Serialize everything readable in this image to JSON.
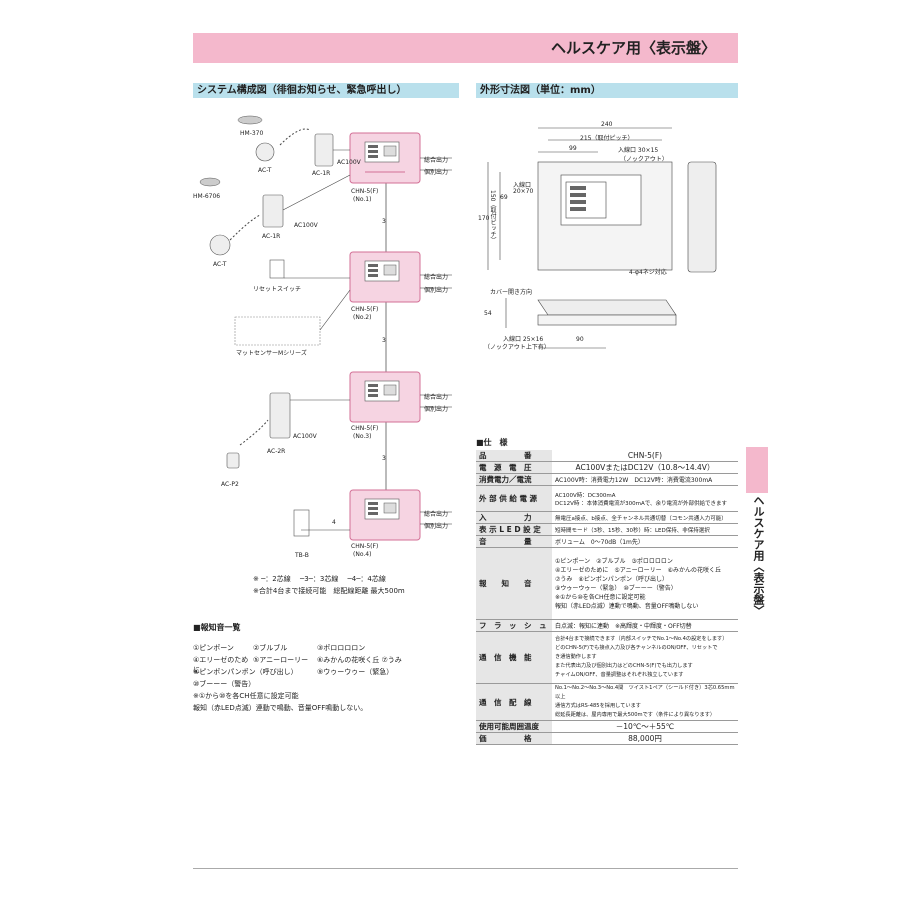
{
  "header": {
    "title": "ヘルスケア用〈表示盤〉"
  },
  "left_section": {
    "heading": "システム構成図（徘徊お知らせ、緊急呼出し）"
  },
  "right_section": {
    "heading": "外形寸法図（単位：mm）"
  },
  "system_diagram": {
    "devices": {
      "hm370": "HM-370",
      "act1": "AC-T",
      "ac1r_top": "AC-1R",
      "ac100v_small": "AC100V",
      "hm6706": "HM-6706",
      "ac1r_mid": "AC-1R",
      "ac100v_mid": "AC100V",
      "act2": "AC-T",
      "reset_switch": "リセットスイッチ",
      "mat_sensor": "マットセンサーMシリーズ",
      "ac100v_low": "AC100V",
      "ac2r": "AC-2R",
      "acp2": "AC-P2",
      "tbb": "TB-B"
    },
    "units": [
      {
        "model": "CHN-5(F)",
        "no": "(No.1)"
      },
      {
        "model": "CHN-5(F)",
        "no": "(No.2)"
      },
      {
        "model": "CHN-5(F)",
        "no": "(No.3)"
      },
      {
        "model": "CHN-5(F)",
        "no": "(No.4)"
      }
    ],
    "outputs": {
      "general": "総合出力",
      "individual": "個別出力"
    },
    "wire_labels": {
      "three": "3",
      "four": "4"
    },
    "legend": {
      "line1": "※ ─：2芯線 　─3─：3芯線 　─4─：4芯線",
      "line2": "※合計4台まで接続可能　総配線距離 最大500m"
    }
  },
  "sound_list": {
    "heading": "■報知音一覧",
    "rows": [
      [
        "①ピンポーン",
        "②ブルブル",
        "③ポロロロロン"
      ],
      [
        "④エリーゼのために",
        "⑤アニーローリー",
        "⑥みかんの花咲く丘 ⑦うみ"
      ],
      [
        "⑧ピンポンパンポン（呼び出し）",
        "",
        "⑨ウゥーウゥー（緊急）"
      ],
      [
        "⑩ブーーー（警告）",
        "",
        ""
      ]
    ],
    "note1": "※①から⑩を各CH任意に設定可能",
    "note2": "報知（赤LED点滅）連動で鳴動、音量OFF鳴動しない。"
  },
  "dimensions": {
    "width_total": "240",
    "pitch": "215（取付ピッチ）",
    "dim99": "99",
    "knockout_top": "入線口 30×15",
    "knockout_top2": "（ノックアウト）",
    "inlet_left": "入線口",
    "inlet_left2": "20×70",
    "dim69": "69",
    "height_total": "170",
    "height_pitch": "150（取付ピッチ）",
    "screw": "4-φ4ネジ対応",
    "cover_dir": "カバー開き方向",
    "dim54": "54",
    "inlet_bottom": "入線口 25×16",
    "inlet_bottom2": "（ノックアウト上下有）",
    "dim90": "90"
  },
  "spec": {
    "heading": "■仕　様",
    "rows": [
      {
        "label": "品　　　　　番",
        "value": "CHN-5(F)"
      },
      {
        "label": "電　源　電　圧",
        "value": "AC100VまたはDC12V（10.8〜14.4V）"
      },
      {
        "label": "消費電力／電流",
        "value": "AC100V時：消費電力12W　DC12V時：消費電流300mA"
      },
      {
        "label": "外 部 供 給 電 源",
        "value": "AC100V時：DC300mA\nDC12V時 ：本体消費電流が300mAで、余り電流が外部供給できます"
      },
      {
        "label": "入　　　　　力",
        "value": "無電圧a接点、b接点、全チャンネル共通切替（コモン共通入力可能）"
      },
      {
        "label": "表 示 L E D 設 定",
        "value": "短時間モード（3秒、15秒、30秒）時：LED保持、非保持選択"
      },
      {
        "label": "音　　　　　量",
        "value": "ボリューム　0〜70dB（1m先）"
      },
      {
        "label": "報　　知　　音",
        "value": "①ピンポーン　②ブルブル　③ポロロロロン\n④エリーゼのために　⑤アニーローリー　⑥みかんの花咲く丘\n⑦うみ　⑧ピンポンパンポン（呼び出し）\n⑨ウゥーウゥー（緊急）　⑩ブーーー（警告）\n※①から⑩を各CH任意に設定可能\n報知（赤LED点滅）連動で鳴動、音量OFF鳴動しない"
      },
      {
        "label": "フ　ラ　ッ　シ　ュ",
        "value": "白点滅：報知に連動　※高輝度・中輝度・OFF切替"
      },
      {
        "label": "通　信　機　能",
        "value": "合計4台まで接続できます（内部スイッチでNo.1〜No.4の設定をします）\nどのCHN-5(F)でも接点入力及び各チャンネルのON/OFF、リセットで\nき通信動作します\nまた代表出力及び個別出力はどのCHN-5(F)でも出力します\nチャイムON/OFF、音量調整はそれぞれ独立しています"
      },
      {
        "label": "通　信　配　線",
        "value": "No.1〜No.2〜No.3〜No.4間　ツイスト1ペア（シールド付き）3芯0.65mm以上\n通信方式はRS-485を採用しています\n総延長距離は、屋内専用で最大500mです（条件により異なります）"
      },
      {
        "label": "使用可能周囲温度",
        "value": "－10℃〜＋55℃"
      },
      {
        "label": "価　　　　　格",
        "value": "88,000円"
      }
    ]
  },
  "side_tab": {
    "text": "ヘルスケア用〈表示盤〉"
  },
  "colors": {
    "pink": "#f4b8cc",
    "blue": "#b9e0ec",
    "panel": "#f6d4e2"
  }
}
